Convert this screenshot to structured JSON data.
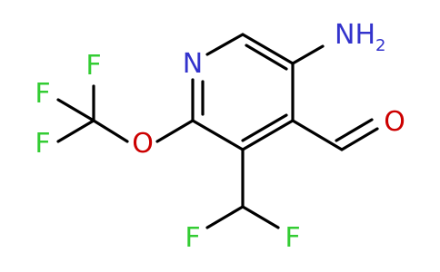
{
  "molecule": {
    "labels": {
      "ring_nitrogen": "N",
      "amine_n": "NH",
      "amine_sub": "2",
      "aldehyde_o": "O",
      "ether_o": "O",
      "f1": "F",
      "f2": "F",
      "f3": "F",
      "f4": "F",
      "f5": "F"
    },
    "colors": {
      "nitrogen": "#3333cc",
      "oxygen": "#cc0000",
      "fluorine": "#33cc33",
      "bond": "#000000"
    }
  }
}
